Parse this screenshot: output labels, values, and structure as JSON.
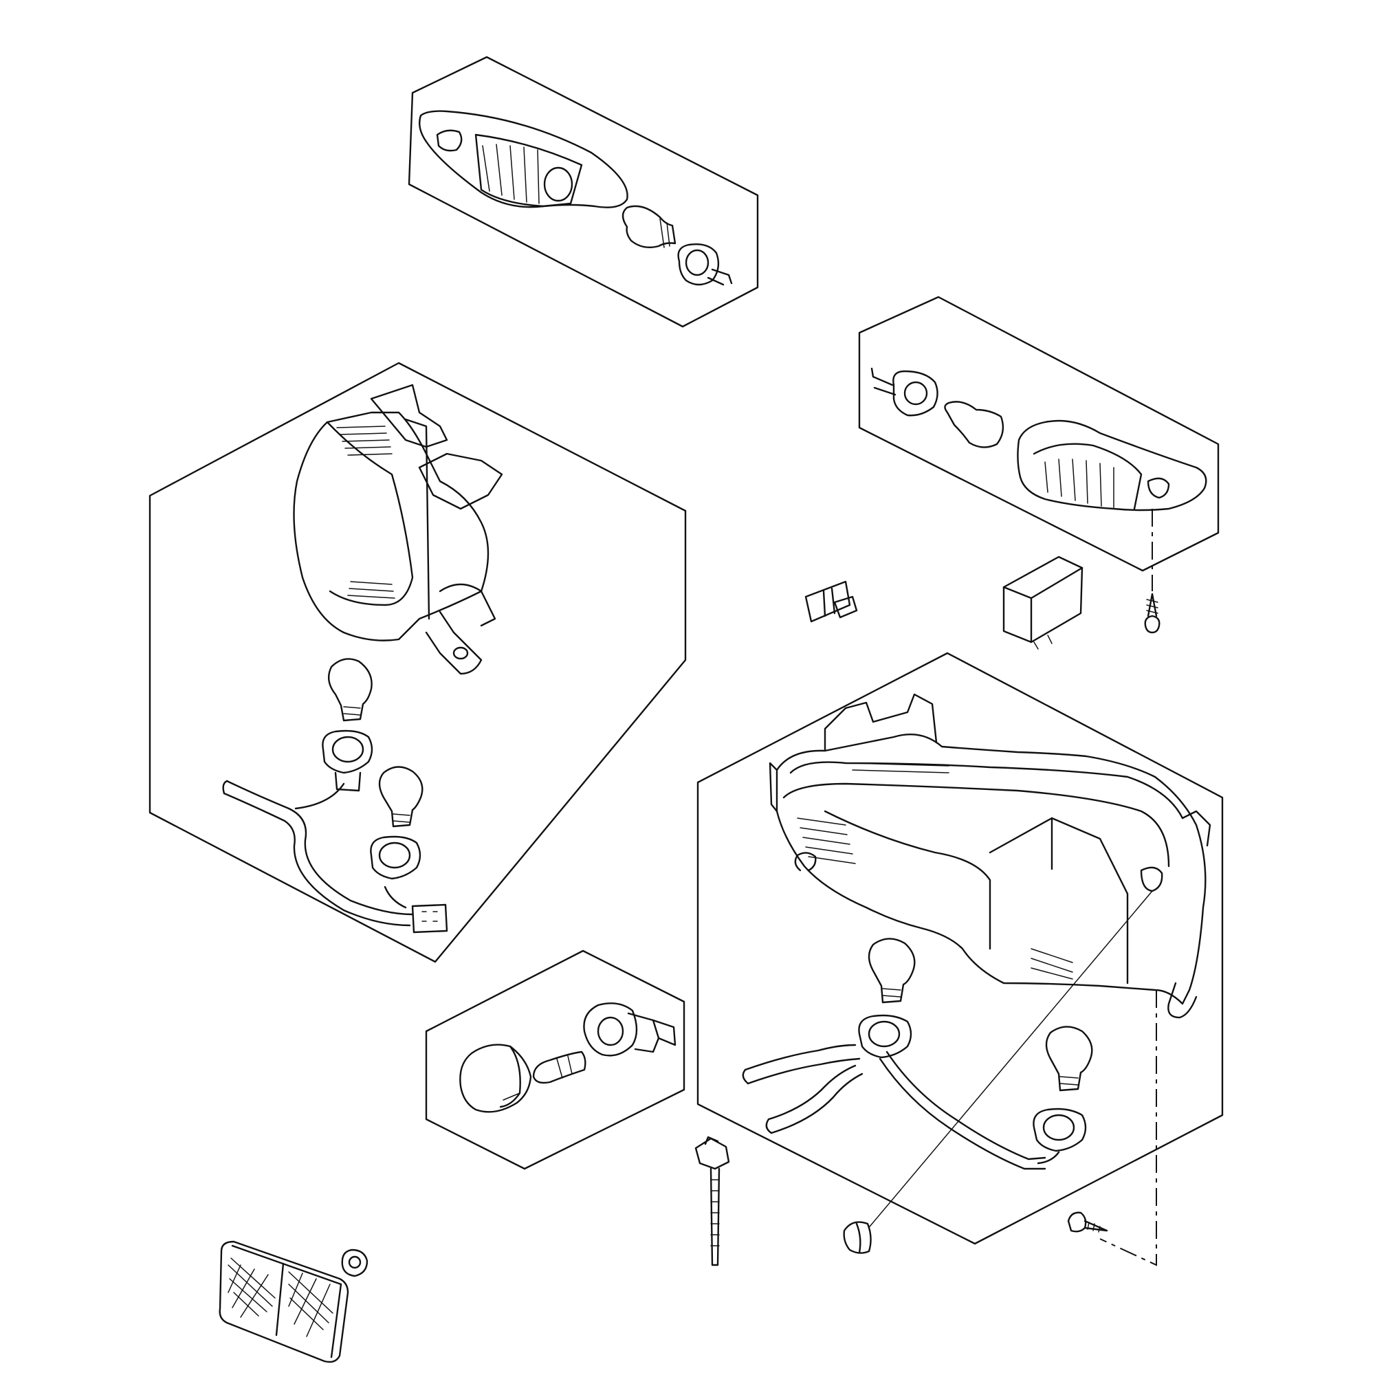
{
  "diagram": {
    "style": "exploded parts line drawing",
    "background": "#ffffff",
    "line_color": "#111111",
    "groups": [
      "front-left-turn-signal-assembly",
      "headlamp-assembly-left",
      "front-right-turn-signal-assembly",
      "license-lamp-assembly",
      "tail-lamp-assembly"
    ],
    "loose_parts": [
      "relay-icon",
      "clip-icon",
      "screw-icon",
      "cable-tie-icon",
      "grommet-icon",
      "nut-icon",
      "reflector-icon"
    ]
  }
}
